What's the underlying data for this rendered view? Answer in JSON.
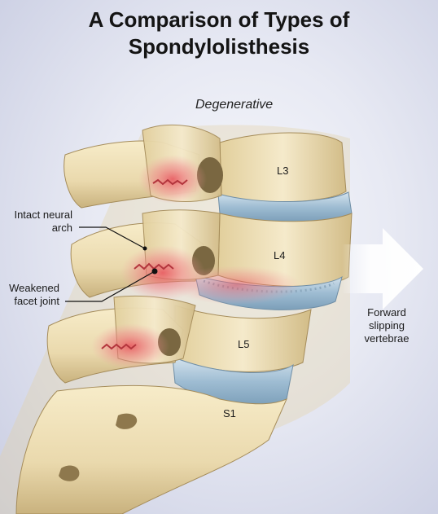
{
  "title_line1": "A Comparison of Types of",
  "title_line2": "Spondylolisthesis",
  "subtitle": "Degenerative",
  "labels": {
    "l3": "L3",
    "l4": "L4",
    "l5": "L5",
    "s1": "S1"
  },
  "callouts": {
    "neural_arch_line1": "Intact neural",
    "neural_arch_line2": "arch",
    "facet_line1": "Weakened",
    "facet_line2": "facet joint",
    "forward_line1": "Forward",
    "forward_line2": "slipping",
    "forward_line3": "vertebrae"
  },
  "colors": {
    "bone": "#efe2bd",
    "bone_shadow": "#c9b27e",
    "disc": "#a9c4d8",
    "inflammation": "#e8505a",
    "arrow": "#ffffff"
  }
}
